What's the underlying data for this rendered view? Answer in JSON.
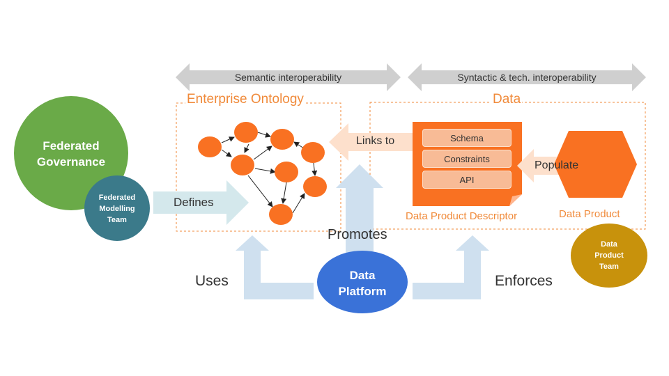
{
  "headers": {
    "semantic": "Semantic interoperability",
    "syntactic": "Syntactic & tech. interoperability"
  },
  "regions": {
    "ontology": "Enterprise Ontology",
    "data": "Data"
  },
  "actors": {
    "federated_governance": [
      "Federated",
      "Governance"
    ],
    "federated_modelling_team": [
      "Federated",
      "Modelling",
      "Team"
    ],
    "data_platform": [
      "Data",
      "Platform"
    ],
    "data_product_team": [
      "Data",
      "Product",
      "Team"
    ]
  },
  "descriptor": {
    "rows": [
      "Schema",
      "Constraints",
      "API"
    ],
    "caption": "Data Product Descriptor"
  },
  "data_product_caption": "Data Product",
  "arrow_labels": {
    "defines": "Defines",
    "links_to": "Links to",
    "populate": "Populate",
    "promotes": "Promotes",
    "uses": "Uses",
    "enforces": "Enforces"
  },
  "colors": {
    "orange": "#f97122",
    "orange_text": "#f08a3a",
    "governance_green": "#6aaa48",
    "teal": "#3b7a8a",
    "platform_blue": "#3a72d8",
    "gold": "#c8920c",
    "light_blue_arrow": "#cfe0ef",
    "gray_arrow": "#cfcfcf"
  }
}
